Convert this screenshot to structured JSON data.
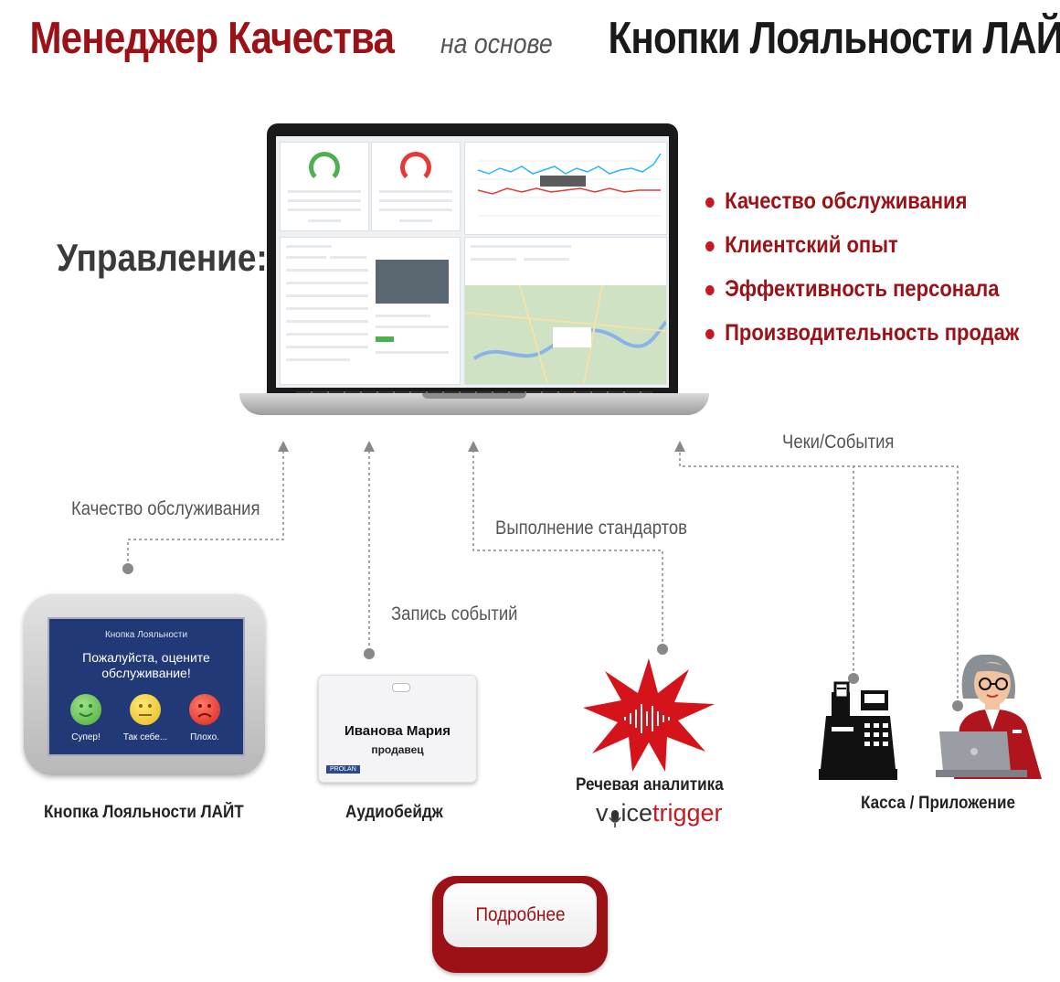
{
  "title": {
    "part1": "Менеджер Качества",
    "part2": "на основе",
    "part3": "Кнопки Лояльности ЛАЙТ"
  },
  "management_label": "Управление:",
  "bullets": [
    "Качество обслуживания",
    "Клиентский опыт",
    "Эффективность персонала",
    "Производительность продаж"
  ],
  "flow_labels": {
    "quality": "Качество обслуживания",
    "recording": "Запись событий",
    "standards": "Выполнение стандартов",
    "receipts": "Чеки/События"
  },
  "devices": {
    "loyalty_button": {
      "caption": "Кнопка Лояльности ЛАЙТ",
      "screen_title": "Кнопка Лояльности",
      "prompt": "Пожалуйста, оцените обслуживание!",
      "options": [
        "Супер!",
        "Так себе...",
        "Плохо."
      ]
    },
    "audio_badge": {
      "caption": "Аудиобейдж",
      "name": "Иванова Мария",
      "role": "продавец",
      "brand": "PROLAN"
    },
    "speech": {
      "caption": "Речевая аналитика",
      "logo_part1": "v",
      "logo_part2": "ice",
      "logo_part3": "trigger"
    },
    "register": {
      "caption": "Касса / Приложение"
    }
  },
  "more_button": "Подробнее",
  "colors": {
    "brand_red": "#9b1116",
    "bullet_red": "#c41a1f",
    "badge_blue": "#213a77"
  }
}
